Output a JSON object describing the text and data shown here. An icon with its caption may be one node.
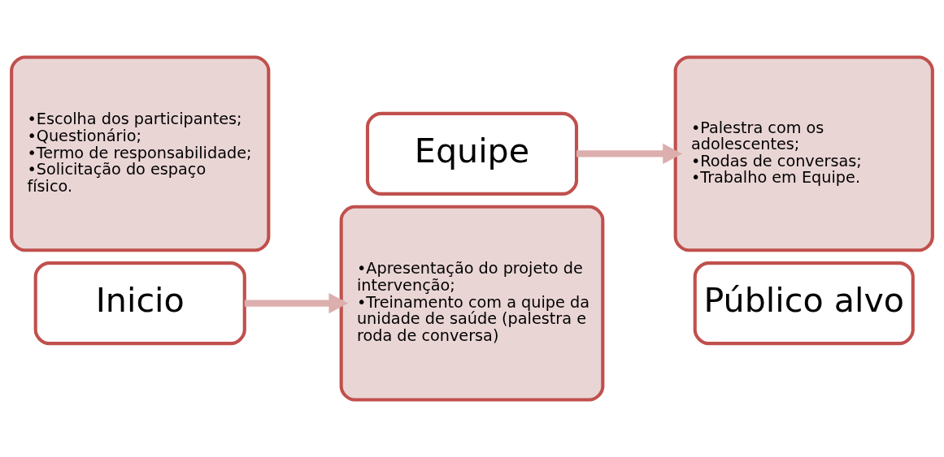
{
  "diagram": {
    "nodes": [
      {
        "text": [
          "•Escolha dos participantes;",
          "•Questionário;",
          "•Termo de responsabilidade;",
          "•Solicitação do espaço físico."
        ]
      },
      {
        "text": [
          "Inicio"
        ]
      },
      {
        "text": [
          "Equipe"
        ]
      },
      {
        "text": [
          "•Apresentação do projeto de intervenção;",
          "•Treinamento com a quipe da unidade de saúde (palestra e roda de conversa)"
        ]
      },
      {
        "text": [
          "•Palestra com os adolescentes;",
          "•Rodas de conversas;",
          "•Trabalho em Equipe."
        ]
      },
      {
        "text": [
          "Público alvo"
        ]
      }
    ],
    "edges": [
      {
        "from": 1,
        "to": 3,
        "arrow": "to"
      },
      {
        "from": 2,
        "to": 4,
        "arrow": "to"
      }
    ]
  }
}
